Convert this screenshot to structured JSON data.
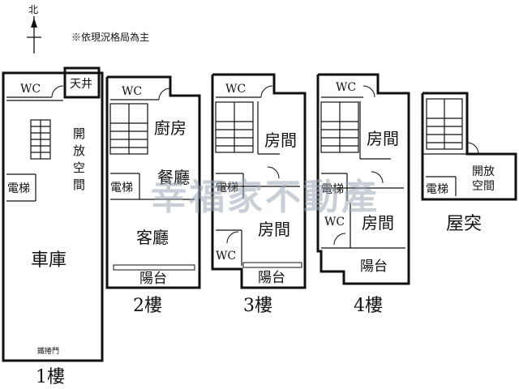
{
  "compass": {
    "label": "北"
  },
  "note": "※依現況格局為主",
  "watermark": "幸福家不動產",
  "floors": {
    "f1": {
      "label": "1樓",
      "wc": "WC",
      "skylight": "天井",
      "open_space": [
        "開",
        "放",
        "空",
        "間"
      ],
      "elevator": "電梯",
      "garage": "車庫",
      "gate": "鐵捲門"
    },
    "f2": {
      "label": "2樓",
      "wc": "WC",
      "kitchen": "廚房",
      "dining": "餐廳",
      "elevator": "電梯",
      "living": "客廳",
      "balcony": "陽台"
    },
    "f3": {
      "label": "3樓",
      "wc_top": "WC",
      "room1": "房間",
      "elevator": "電梯",
      "room2": "房間",
      "wc_bottom": "WC",
      "balcony": "陽台"
    },
    "f4": {
      "label": "4樓",
      "wc_top": "WC",
      "room1": "房間",
      "elevator": "電梯",
      "wc_mid": "WC",
      "room2": "房間",
      "balcony": "陽台"
    },
    "roof": {
      "label": "屋突",
      "open_space": [
        "開放",
        "空間"
      ],
      "elevator": "電梯"
    }
  }
}
